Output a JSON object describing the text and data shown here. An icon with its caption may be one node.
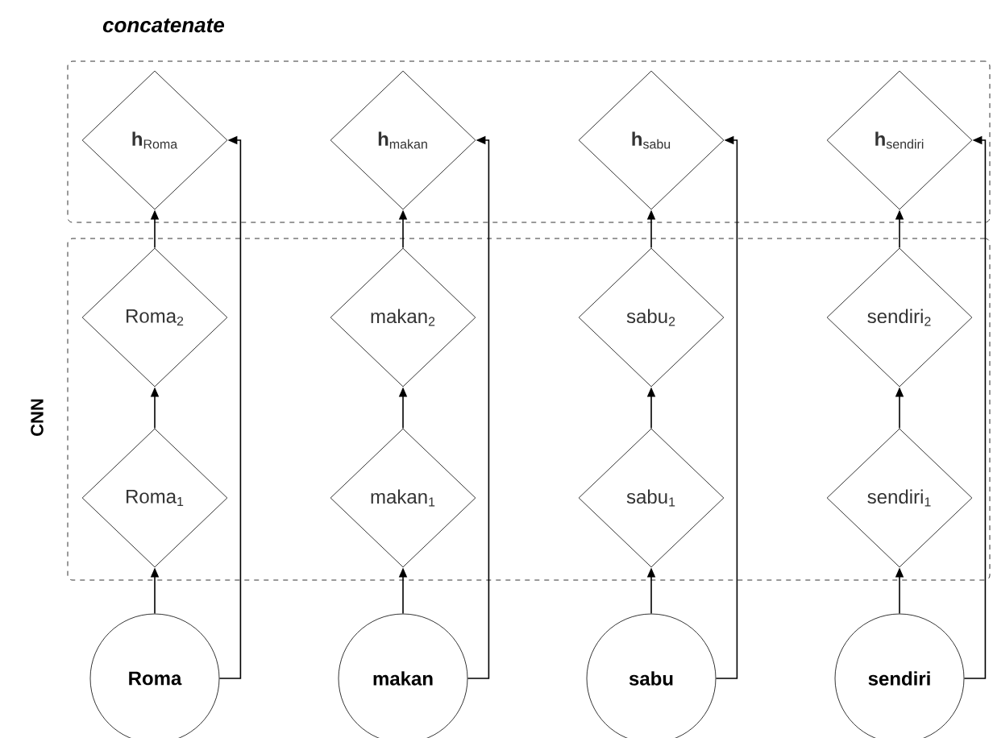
{
  "diagram": {
    "nodes": [
      {
        "text": [
          "concatenate"
        ]
      },
      {
        "text": [
          "**h**$_{Roma}$"
        ],
        "in": 0
      },
      {
        "text": [
          "**h**$_{makan}$"
        ],
        "in": 0
      },
      {
        "text": [
          "**h**$_{sabu}$"
        ],
        "in": 0
      },
      {
        "text": [
          "**h**$_{sendiri}$"
        ],
        "in": 0
      },
      {
        "text": [
          "CNN"
        ]
      },
      {
        "text": [
          "Roma$_{2}$"
        ],
        "in": 5
      },
      {
        "text": [
          "makan$_{2}$"
        ],
        "in": 5
      },
      {
        "text": [
          "sabu$_{2}$"
        ],
        "in": 5
      },
      {
        "text": [
          "sendiri$_{2}$"
        ],
        "in": 5
      },
      {
        "text": [
          "Roma$_{1}$"
        ],
        "in": 5
      },
      {
        "text": [
          "makan$_{1}$"
        ],
        "in": 5
      },
      {
        "text": [
          "sabu$_{1}$"
        ],
        "in": 5
      },
      {
        "text": [
          "sendiri$_{1}$"
        ],
        "in": 5
      },
      {
        "text": [
          "Roma"
        ]
      },
      {
        "text": [
          "makan"
        ]
      },
      {
        "text": [
          "sabu"
        ]
      },
      {
        "text": [
          "sendiri"
        ]
      }
    ],
    "edges": [
      {
        "from": 14,
        "to": 10,
        "arrow": "to"
      },
      {
        "from": 10,
        "to": 6,
        "arrow": "to"
      },
      {
        "from": 6,
        "to": 1,
        "arrow": "to"
      },
      {
        "from": 14,
        "to": 1,
        "arrow": "to"
      },
      {
        "from": 15,
        "to": 11,
        "arrow": "to"
      },
      {
        "from": 11,
        "to": 7,
        "arrow": "to"
      },
      {
        "from": 7,
        "to": 2,
        "arrow": "to"
      },
      {
        "from": 15,
        "to": 2,
        "arrow": "to"
      },
      {
        "from": 16,
        "to": 12,
        "arrow": "to"
      },
      {
        "from": 12,
        "to": 8,
        "arrow": "to"
      },
      {
        "from": 8,
        "to": 3,
        "arrow": "to"
      },
      {
        "from": 16,
        "to": 3,
        "arrow": "to"
      },
      {
        "from": 17,
        "to": 13,
        "arrow": "to"
      },
      {
        "from": 13,
        "to": 9,
        "arrow": "to"
      },
      {
        "from": 9,
        "to": 4,
        "arrow": "to"
      },
      {
        "from": 17,
        "to": 4,
        "arrow": "to"
      }
    ]
  }
}
